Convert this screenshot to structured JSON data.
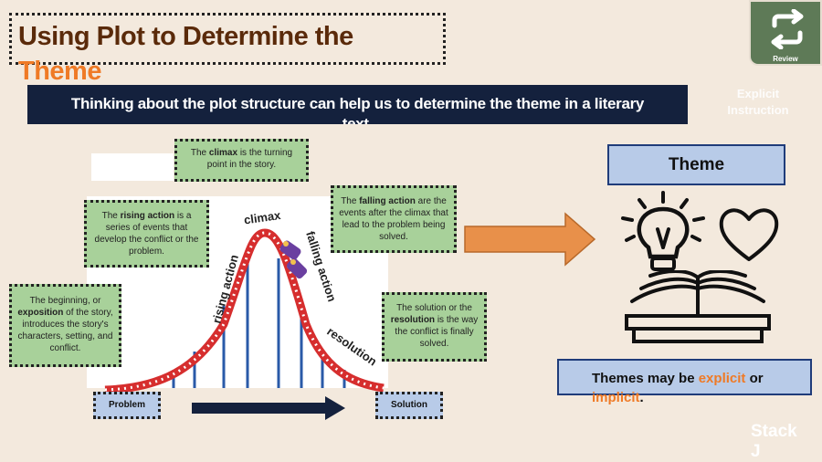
{
  "title": {
    "line1": "Using Plot to Determine the",
    "line2": "Theme"
  },
  "subtitle": "Thinking about the plot structure can help us to determine the theme in a literary text.",
  "review": {
    "label": "Review",
    "icon": "repeat-icon"
  },
  "explicit_instruction": "Explicit Instruction",
  "stack_label": "Stack J",
  "diagram_labels": {
    "climax": "climax",
    "rising_action": "rising action",
    "falling_action": "falling action",
    "resolution": "resolution"
  },
  "notes": {
    "climax": {
      "pre": "The ",
      "bold": "climax",
      "post": " is the turning point in the story."
    },
    "rising": {
      "pre": "The ",
      "bold": "rising action",
      "post": " is a series of events that develop the conflict or the problem."
    },
    "falling": {
      "pre": "The ",
      "bold": "falling action",
      "post": " are the events after the climax that lead to the problem being solved."
    },
    "exposition": {
      "pre": "The beginning, or ",
      "bold": "exposition",
      "post": " of the story, introduces the story's characters, setting, and conflict."
    },
    "resolution": {
      "pre": "The solution or the ",
      "bold": "resolution",
      "post": " is the way the conflict is finally solved."
    }
  },
  "tags": {
    "problem": "Problem",
    "solution": "Solution"
  },
  "theme": {
    "heading": "Theme",
    "statement_pre": "Themes may be ",
    "explicit": "explicit",
    "or": " or",
    "implicit": "implicit",
    "period": "."
  },
  "colors": {
    "note_green": "#a8d19a",
    "tag_blue": "#b8cbe8",
    "navy": "#14213d",
    "accent_orange": "#ef7a26",
    "arrow_orange": "#e8904a",
    "review_green": "#5e7a57"
  }
}
